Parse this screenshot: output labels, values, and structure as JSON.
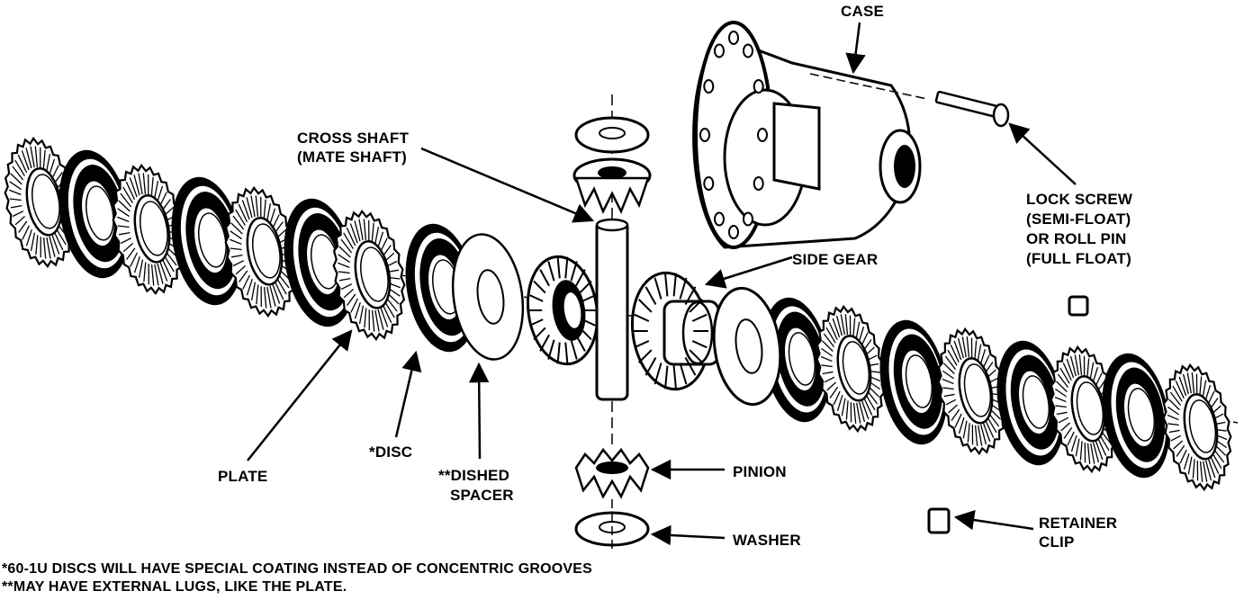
{
  "labels": {
    "case": "CASE",
    "cross_shaft_1": "CROSS SHAFT",
    "cross_shaft_2": "(MATE SHAFT)",
    "lock_screw_1": "LOCK SCREW",
    "lock_screw_2": "(SEMI-FLOAT)",
    "lock_screw_3": "OR ROLL PIN",
    "lock_screw_4": "(FULL FLOAT)",
    "side_gear": "SIDE GEAR",
    "plate": "PLATE",
    "disc": "*DISC",
    "dished_spacer_1": "**DISHED",
    "dished_spacer_2": "SPACER",
    "pinion": "PINION",
    "washer": "WASHER",
    "retainer_clip_1": "RETAINER",
    "retainer_clip_2": "CLIP"
  },
  "footnotes": {
    "line1": "*60-1U DISCS WILL HAVE SPECIAL COATING INSTEAD OF CONCENTRIC GROOVES",
    "line2": "**MAY HAVE EXTERNAL LUGS, LIKE THE PLATE."
  },
  "colors": {
    "ink": "#000000",
    "paper": "#ffffff"
  }
}
